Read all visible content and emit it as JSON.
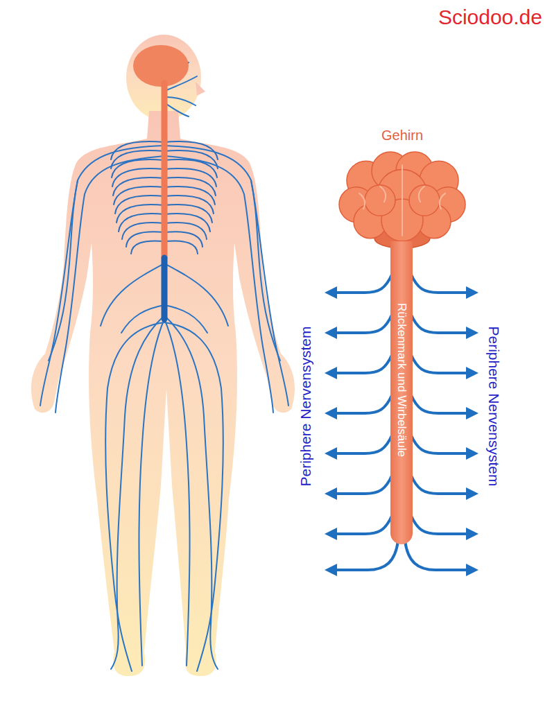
{
  "diagram": {
    "nodes": [
      {
        "text": [
          "Gehirn"
        ]
      },
      {
        "text": [
          "Rückenmark und Wirbelsäule"
        ]
      }
    ],
    "labels": [
      "Sciodoo.de",
      "Periphere Nervensystem",
      "Periphere Nervensystem"
    ]
  }
}
